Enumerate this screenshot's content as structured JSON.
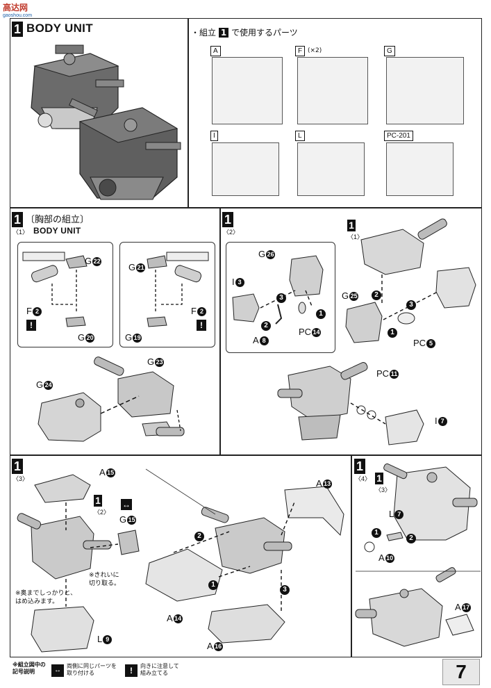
{
  "watermark": {
    "brand": "高达网",
    "url": "gaoshou.com"
  },
  "header": {
    "step": "1",
    "title": "BODY UNIT",
    "parts_intro": "・組立",
    "parts_intro_num": "1",
    "parts_intro_suffix": "で使用するパーツ"
  },
  "runners": [
    {
      "label": "A",
      "extra": ""
    },
    {
      "label": "F",
      "extra": "(×2)"
    },
    {
      "label": "G",
      "extra": ""
    },
    {
      "label": "I",
      "extra": ""
    },
    {
      "label": "L",
      "extra": ""
    },
    {
      "label": "PC-201",
      "extra": ""
    }
  ],
  "step1_1": {
    "num": "1",
    "sub": "〈1〉",
    "title_jp": "〔胸部の組立〕",
    "title_en": "BODY UNIT",
    "left_box": {
      "g_top": "G",
      "g_top_n": "22",
      "f": "F",
      "f_n": "2",
      "g_bottom": "G",
      "g_bottom_n": "20"
    },
    "right_box": {
      "g_top": "G",
      "g_top_n": "21",
      "f": "F",
      "f_n": "2",
      "g_bottom": "G",
      "g_bottom_n": "19"
    },
    "g24": "G",
    "g24_n": "24",
    "g23": "G",
    "g23_n": "23"
  },
  "step1_2": {
    "num": "1",
    "sub": "〈2〉",
    "ref_num": "1",
    "ref_sub": "〈1〉",
    "labels": {
      "g26": "G",
      "g26_n": "26",
      "i3": "I",
      "i3_n": "3",
      "a8": "A",
      "a8_n": "8",
      "pc14": "PC",
      "pc14_n": "14",
      "g25": "G",
      "g25_n": "25",
      "pc5": "PC",
      "pc5_n": "5",
      "pc11": "PC",
      "pc11_n": "11",
      "i7": "I",
      "i7_n": "7"
    }
  },
  "step1_3": {
    "num": "1",
    "sub": "〈3〉",
    "ref_num": "1",
    "ref_sub": "〈2〉",
    "labels": {
      "a15": "A",
      "a15_n": "15",
      "g15": "G",
      "g15_n": "15",
      "l9": "L",
      "l9_n": "9",
      "a13": "A",
      "a13_n": "13",
      "a14": "A",
      "a14_n": "14",
      "a16": "A",
      "a16_n": "16"
    },
    "note_clean_cut": "※きれいに\n切り取る。",
    "note_press": "※奥までしっかりと、\nはめ込みます。"
  },
  "step1_4": {
    "num": "1",
    "sub": "〈4〉",
    "ref_num": "1",
    "ref_sub": "〈3〉",
    "labels": {
      "l7": "L",
      "l7_n": "7",
      "a10": "A",
      "a10_n": "10",
      "a17": "A",
      "a17_n": "17"
    }
  },
  "legend": {
    "title": "※組立図中の\n記号説明",
    "item1": "両側に同じパーツを\n取り付ける",
    "item2": "向きに注意して\n組み立てる"
  },
  "page_number": "7"
}
